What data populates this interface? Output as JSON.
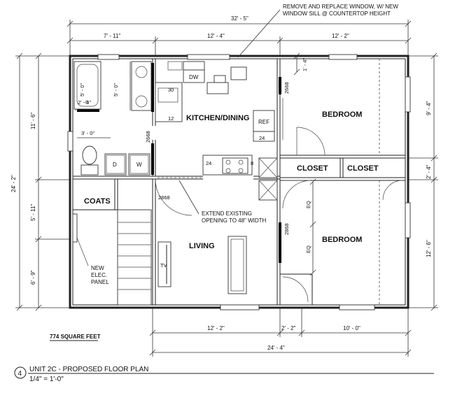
{
  "rooms": {
    "kitchen_dining": "KITCHEN/DINING",
    "bedroom_top": "BEDROOM",
    "bedroom_bottom": "BEDROOM",
    "closet_left": "CLOSET",
    "closet_right": "CLOSET",
    "coats": "COATS",
    "living": "LIVING"
  },
  "fixtures": {
    "dw": "DW",
    "ref": "REF",
    "d": "D",
    "w": "W",
    "tv": "TV"
  },
  "dimensions": {
    "overall_width": "32' - 5\"",
    "top_left": "7' - 11\"",
    "top_mid": "12' - 4\"",
    "top_right": "12' - 2\"",
    "left_overall": "24' - 2\"",
    "left_top": "11' - 6\"",
    "left_mid": "5' - 11\"",
    "left_bottom": "6' - 9\"",
    "right_top": "9' - 4\"",
    "right_mid": "2' - 4\"",
    "right_bottom": "12' - 6\"",
    "bottom_left": "12' - 2\"",
    "bottom_mid": "2' - 2\"",
    "bottom_right": "10' - 0\"",
    "bottom_overall": "24' - 4\"",
    "bath_5a": "5' - 0\"",
    "bath_5b": "5' - 0\"",
    "bath_26": "2' - 6\"",
    "bath_30": "3' - 0\"",
    "bed_14": "1' - 4\"",
    "door_2668_a": "2668",
    "door_2668_b": "2668",
    "door_2868_a": "2868",
    "door_2868_b": "2868",
    "cab_30": "30",
    "cab_12": "12",
    "cab_24a": "24",
    "cab_24b": "24",
    "cab_8": "8",
    "eq_a": "EQ",
    "eq_b": "EQ"
  },
  "notes": {
    "window_line1": "REMOVE AND REPLACE WINDOW, W/ NEW",
    "window_line2": "WINDOW SILL @ COUNTERTOP HEIGHT",
    "opening_line1": "EXTEND EXISTING",
    "opening_line2": "OPENING TO 48\" WIDTH",
    "panel_line1": "NEW",
    "panel_line2": "ELEC.",
    "panel_line3": "PANEL"
  },
  "area": "774 SQUARE FEET",
  "title": {
    "number": "4",
    "name": "UNIT 2C - PROPOSED FLOOR PLAN",
    "scale": "1/4\" = 1'-0\""
  }
}
